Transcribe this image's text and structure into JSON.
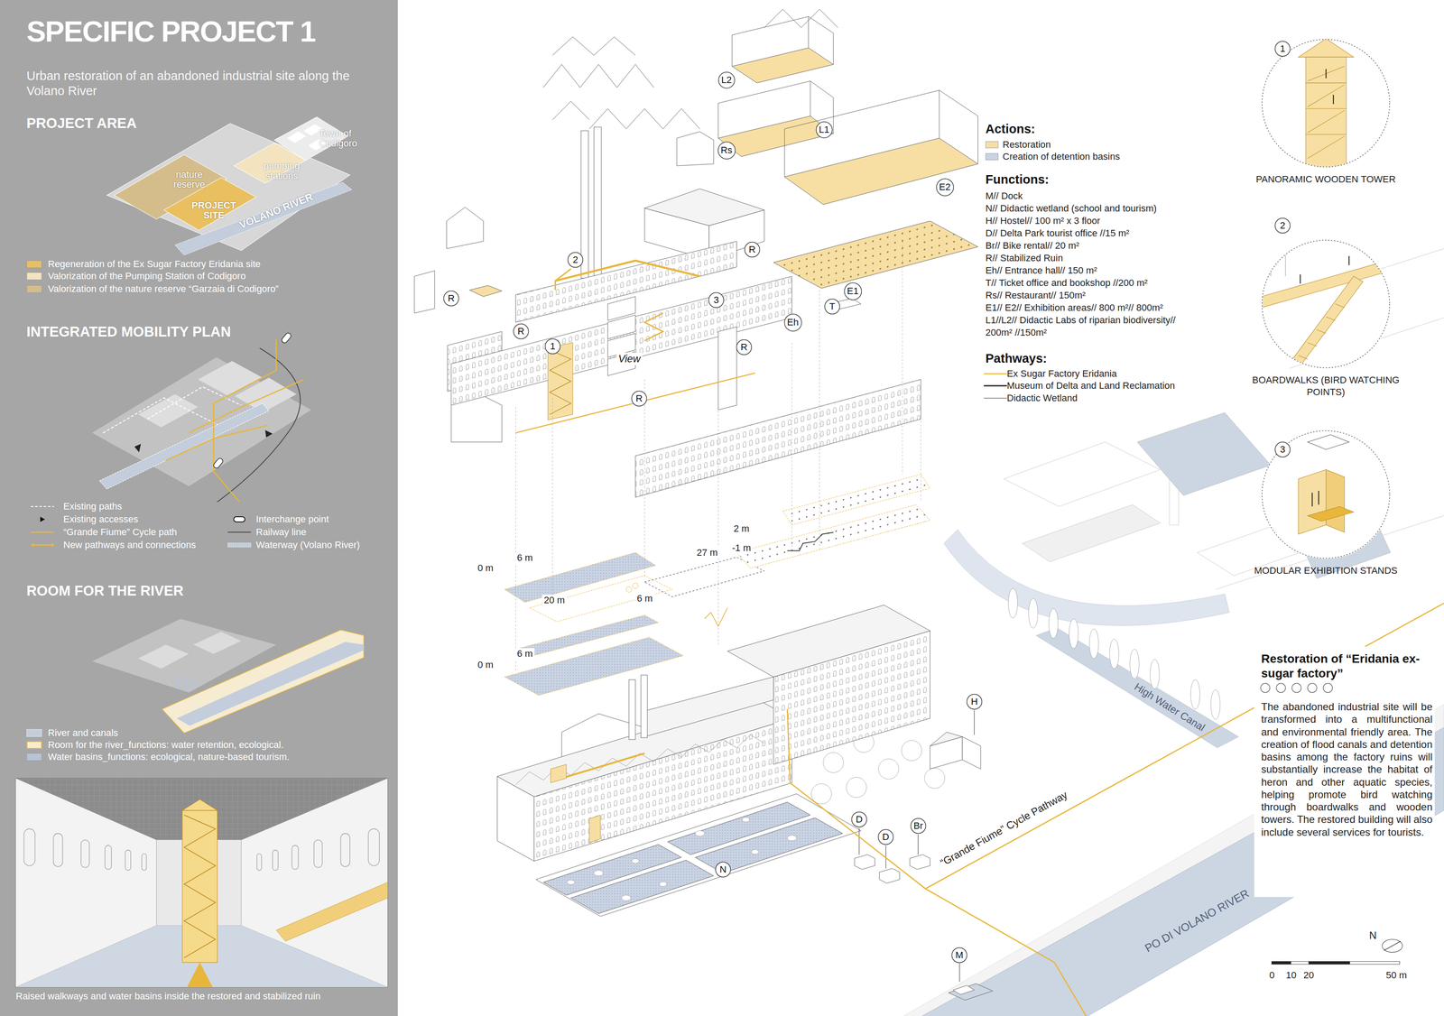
{
  "diagram": {
    "title": "SPECIFIC PROJECT 1",
    "caption": "Raised walkways and water basins inside the restored and stabilized ruin",
    "nodes": [
      {
        "text": [
          "1"
        ]
      },
      {
        "text": [
          "PANORAMIC WOODEN TOWER"
        ]
      },
      {
        "text": [
          "2"
        ]
      },
      {
        "text": [
          "BOARDWALKS (BIRD WATCHING POINTS)"
        ]
      },
      {
        "text": [
          "3"
        ]
      },
      {
        "text": [
          "MODULAR EXHIBITION STANDS"
        ]
      },
      {
        "text": [
          "L2"
        ]
      },
      {
        "text": [
          "L1"
        ]
      },
      {
        "text": [
          "Rs"
        ]
      },
      {
        "text": [
          "E2"
        ]
      },
      {
        "text": [
          "R"
        ]
      },
      {
        "text": [
          "2"
        ]
      },
      {
        "text": [
          "E1"
        ]
      },
      {
        "text": [
          "R"
        ]
      },
      {
        "text": [
          "3"
        ]
      },
      {
        "text": [
          "T"
        ]
      },
      {
        "text": [
          "Eh"
        ]
      },
      {
        "text": [
          "R"
        ]
      },
      {
        "text": [
          "1"
        ]
      },
      {
        "text": [
          "R"
        ]
      },
      {
        "text": [
          "R"
        ]
      },
      {
        "text": [
          "H"
        ]
      },
      {
        "text": [
          "D"
        ]
      },
      {
        "text": [
          "Br"
        ]
      },
      {
        "text": [
          "D"
        ]
      },
      {
        "text": [
          "N"
        ]
      },
      {
        "text": [
          "M"
        ]
      }
    ],
    "labels": [
      "Urban restoration of an abandoned industrial site along the Volano River",
      "PROJECT AREA",
      "Town of Codigoro",
      "nature reserve",
      "pumping stations",
      "PROJECT SITE",
      "VOLANO RIVER",
      "INTEGRATED MOBILITY PLAN",
      "ROOM FOR THE RIVER",
      "Actions:",
      "Functions:",
      "M// Dock",
      "N// Didactic wetland (school and tourism)",
      "H// Hostel// 100 m² x 3 floor",
      "D// Delta Park tourist office //15 m²",
      "Br// Bike rental// 20 m²",
      "R// Stabilized Ruin",
      "Eh// Entrance hall// 150 m²",
      "T// Ticket office and bookshop //200 m²",
      "Rs// Restaurant// 150m²",
      "E1// E2// Exhibition areas// 800 m²// 800m²",
      "L1//L2// Didactic Labs of riparian biodiversity// 200m² //150m²",
      "Pathways:",
      "Restoration of “Eridania ex-sugar factory”",
      "The abandoned industrial site will be transformed into a multifunctional and environmental friendly area. The creation of flood canals and detention basins among the factory ruins will substantially increase the habitat of heron and other aquatic species, helping promote bird watching through boardwalks and wooden towers. The restored building will also include several services for tourists.",
      "View",
      "0 m",
      "6 m",
      "27 m",
      "2 m",
      "-1 m",
      "20 m",
      "6 m",
      "0 m",
      "6 m",
      "“Grande Fiume” Cycle Pathway",
      "High Water Canal",
      "PO DI VOLANO RIVER",
      "0",
      "10",
      "20",
      "50 m",
      "N"
    ],
    "legend": [
      {
        "text": "Regeneration of the Ex Sugar Factory Eridania site",
        "color": "#e9bf5f"
      },
      {
        "text": "Valorization of the Pumping Station of Codigoro",
        "color": "#f3e4bf"
      },
      {
        "text": "Valorization of the nature reserve “Garzaia di Codigoro”",
        "color": "#d4bd8a"
      },
      {
        "text": "Existing paths"
      },
      {
        "text": "Existing accesses"
      },
      {
        "text": "“Grande Fiume” Cycle path"
      },
      {
        "text": "New pathways and connections"
      },
      {
        "text": "Interchange point"
      },
      {
        "text": "Railway line"
      },
      {
        "text": "Waterway (Volano River)"
      },
      {
        "text": "River and canals",
        "color": "#c3cddc"
      },
      {
        "text": "Room for the river_functions: water retention, ecological.",
        "color": "#f6ecd2"
      },
      {
        "text": "Water basins_functions: ecological, nature-based tourism.",
        "color": "#b8c3d6"
      },
      {
        "text": "Restoration",
        "color": "#f7dfa3"
      },
      {
        "text": "Creation of detention basins",
        "color": "#c9d3e3"
      },
      {
        "text": "Ex Sugar Factory Eridania"
      },
      {
        "text": "Museum of Delta and Land Reclamation"
      },
      {
        "text": "Didactic Wetland"
      }
    ]
  }
}
